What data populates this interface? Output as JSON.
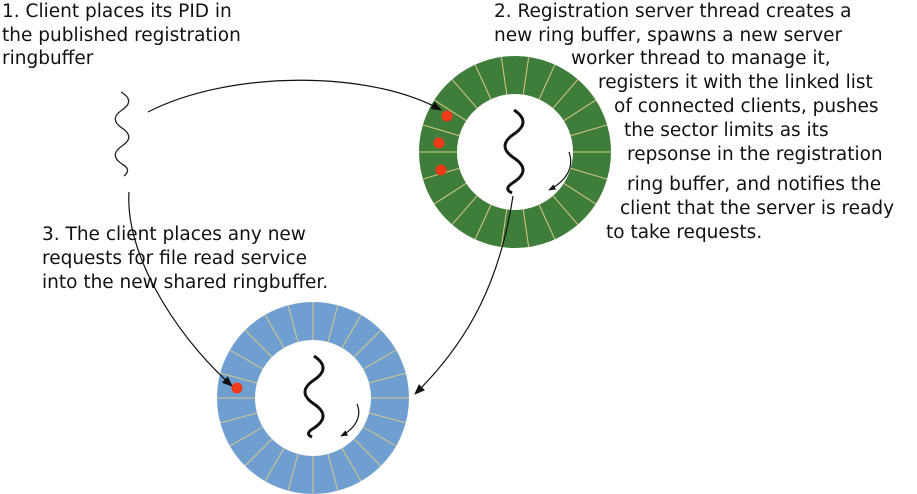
{
  "step1": {
    "lines": [
      "1. Client places its PID in",
      "the published registration",
      "ringbuffer"
    ]
  },
  "step2": {
    "lines": [
      "2. Registration server thread creates a",
      "new ring buffer, spawns a new server",
      "worker thread to manage it,",
      "registers it  with the linked list",
      "of connected clients,  pushes",
      "the sector limits as its",
      "repsonse in  the registration",
      "ring buffer, and notifies  the",
      "client that the server is ready",
      "to take requests."
    ]
  },
  "step3": {
    "lines": [
      "3. The client places any new",
      "requests for file read service",
      "into the new shared ringbuffer."
    ]
  },
  "colors": {
    "registration_ring": "#3f7d3a",
    "shared_ring": "#6e9fd0",
    "segment_line": "#d9c98a",
    "marker": "#ee3a16"
  },
  "icons": {
    "client_thread": "wavy-thread-icon",
    "server_thread": "wavy-thread-icon"
  },
  "rings": {
    "registration": {
      "segments": 22,
      "markers": 3
    },
    "shared": {
      "segments": 24,
      "markers": 1
    }
  }
}
